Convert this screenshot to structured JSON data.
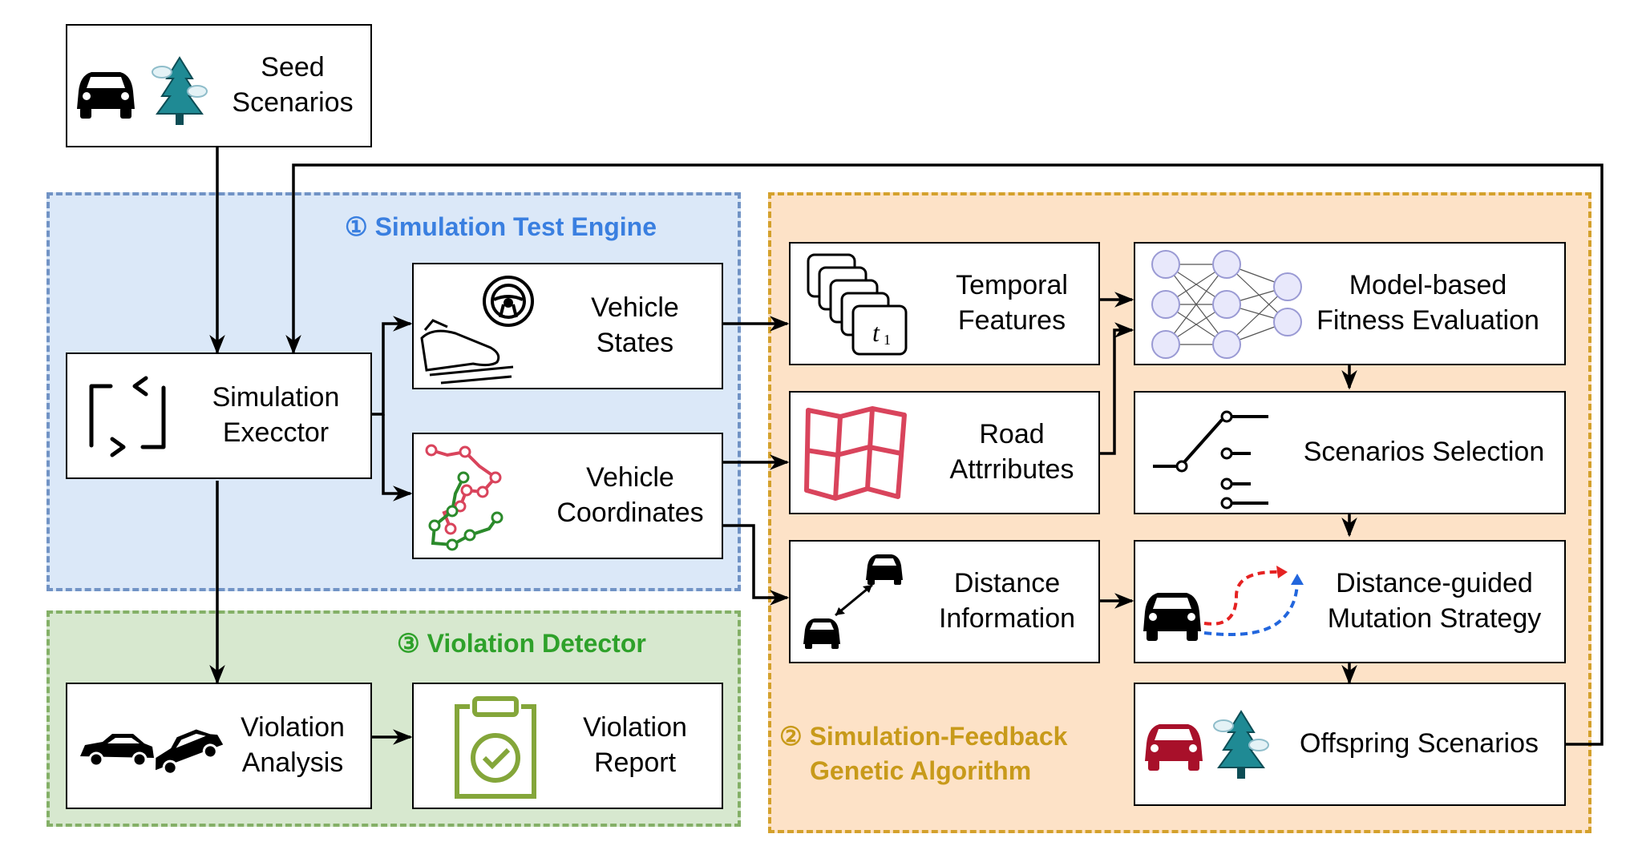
{
  "groups": {
    "engine": "① Simulation Test Engine",
    "detector": "③ Violation Detector",
    "ga_line1": "② Simulation-Feedback",
    "ga_line2": "Genetic Algorithm"
  },
  "boxes": {
    "seed": [
      "Seed",
      "Scenarios"
    ],
    "executor": [
      "Simulation",
      "Execctor"
    ],
    "vehicle_states": [
      "Vehicle",
      "States"
    ],
    "vehicle_coordinates": [
      "Vehicle",
      "Coordinates"
    ],
    "violation_analysis": [
      "Violation",
      "Analysis"
    ],
    "violation_report": [
      "Violation",
      "Report"
    ],
    "temporal_features": [
      "Temporal",
      "Features"
    ],
    "road_attributes": [
      "Road",
      "Attrributes"
    ],
    "distance_information": [
      "Distance",
      "Information"
    ],
    "fitness": [
      "Model-based",
      "Fitness Evaluation"
    ],
    "selection": [
      "Scenarios Selection"
    ],
    "mutation": [
      "Distance-guided",
      "Mutation Strategy"
    ],
    "offspring": [
      "Offspring Scenarios"
    ]
  },
  "icon_text": {
    "frame_label": "t",
    "frame_sub": "1"
  },
  "colors": {
    "engine_title": "#3a7fe0",
    "detector_title": "#2ea12a",
    "ga_title": "#c89a1a",
    "trajectory_red": "#d9445c",
    "trajectory_green": "#2b8a2b",
    "road_map": "#d9445c",
    "report_icon": "#84a63a",
    "offspring_car": "#a8102a",
    "tree": "#1f8a94"
  }
}
